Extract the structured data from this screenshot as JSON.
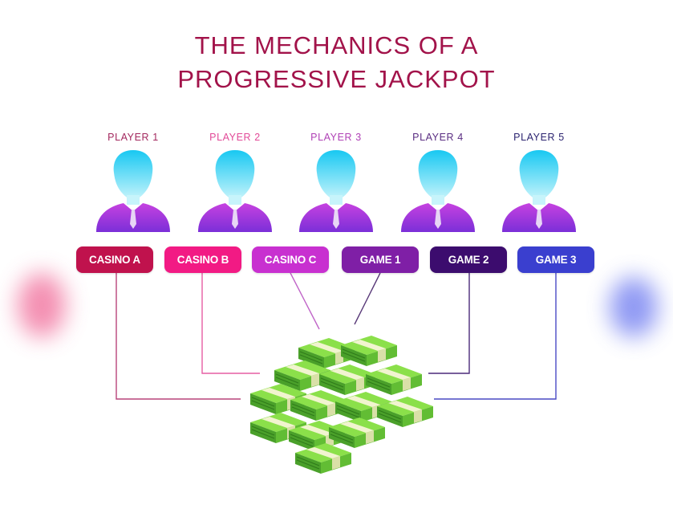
{
  "title": {
    "line1": "THE MECHANICS OF A",
    "line2": "PROGRESSIVE JACKPOT",
    "color": "#a2134a"
  },
  "players": [
    {
      "label": "PLAYER 1",
      "label_color": "#a3285e"
    },
    {
      "label": "PLAYER 2",
      "label_color": "#e24a98"
    },
    {
      "label": "PLAYER 3",
      "label_color": "#b042b6"
    },
    {
      "label": "PLAYER 4",
      "label_color": "#5a2d82"
    },
    {
      "label": "PLAYER 5",
      "label_color": "#2c2470"
    }
  ],
  "sources": [
    {
      "label": "CASINO A",
      "color": "#c0124d"
    },
    {
      "label": "CASINO B",
      "color": "#f21a84"
    },
    {
      "label": "CASINO C",
      "color": "#c830d0"
    },
    {
      "label": "GAME 1",
      "color": "#7f1fa6"
    },
    {
      "label": "GAME 2",
      "color": "#3c0c6e"
    },
    {
      "label": "GAME 3",
      "color": "#3a3fcf"
    }
  ],
  "jackpot": {
    "icon": "money-stack-icon",
    "color": "#7cd63a"
  }
}
